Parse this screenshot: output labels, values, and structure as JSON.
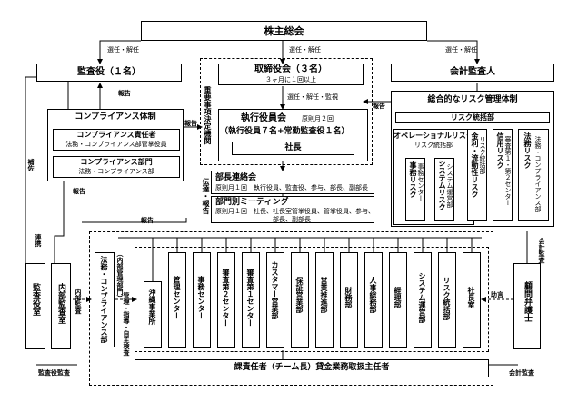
{
  "shareholders": "株主総会",
  "appoint_dismiss": "選任・解任",
  "appoint_dismiss_supervise": "選任・解任・監視",
  "auditor": "監査役（１名）",
  "accounting_auditor": "会計監査人",
  "board": {
    "title": "取締役会（３名）",
    "sub": "３ヶ月に１回以上"
  },
  "important_decision": "重要事項決定機関",
  "exec_committee": {
    "title": "執行役員会",
    "freq": "原則月２回",
    "members": "（執行役員７名+常勤監査役１名）"
  },
  "president": "社長",
  "report": "報告",
  "compliance": {
    "title": "コンプライアンス体制",
    "officer": "コンプライアンス責任者",
    "officer_sub": "法務・コンプライアンス部管掌役員",
    "dept": "コンプライアンス部門",
    "dept_sub": "法務・コンプライアンス部"
  },
  "risk": {
    "title": "総合的なリスク管理体制",
    "dept": "リスク統括部",
    "operational": "オペレーショナルリスク",
    "operational_sub": "リスク統括部",
    "items": [
      {
        "name": "事務リスク",
        "sub": "事務センター"
      },
      {
        "name": "システムリスク",
        "sub": "システム運営部"
      },
      {
        "name": "金利・流動性リスク",
        "sub": "リスク統括部"
      },
      {
        "name": "信用リスク",
        "sub": "審査第１・第２センター"
      },
      {
        "name": "法務リスク",
        "sub": "法務・コンプライアンス部"
      }
    ]
  },
  "transmit_report": "伝達・報告",
  "managers_meeting": {
    "title": "部長連絡会",
    "desc": "原則月１回　執行役員、監査役、参与、部長、副部長"
  },
  "dept_meeting": {
    "title": "部門別ミーティング",
    "desc1": "原則月１回　社長、社長室管掌役員、管掌役員、参与、",
    "desc2": "部長、副部長"
  },
  "audit_office": "監査役室",
  "assist": "補佐",
  "cooperate": "連携",
  "internal_audit": "内部監査室",
  "internal_audit_label": "内部監査",
  "auditor_audit": "監査役監査",
  "accounting_audit": "会計監査",
  "advice": "助言",
  "lawyer": "顧問弁護士",
  "legal_dept": "法務・コンプライアンス部",
  "internal_control_note": "（内部管理部門）",
  "management_note": "管理・指導・自主検査",
  "departments": [
    "沖縄事業所",
    "管理センター",
    "事務センター",
    "審査第２センター",
    "審査第１センター",
    "カスタマー営業部",
    "保証営業部",
    "営業推進部",
    "財務部",
    "人事総務部",
    "経理部",
    "システム運営部",
    "リスク統括部",
    "社長室"
  ],
  "responsible": "課責任者（チーム長）貸金業務取扱主任者"
}
